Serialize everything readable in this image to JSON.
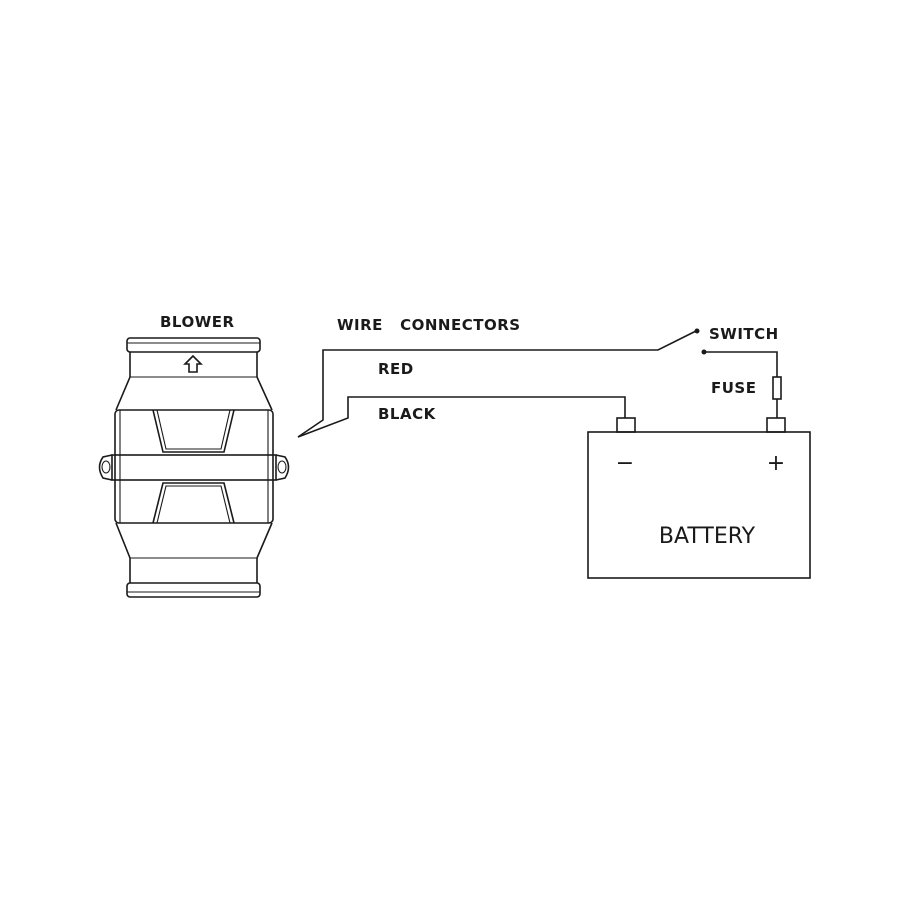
{
  "labels": {
    "blower": "BLOWER",
    "wire_connectors": "WIRE   CONNECTORS",
    "red": "RED",
    "black": "BLACK",
    "switch": "SWITCH",
    "fuse": "FUSE",
    "battery": "BATTERY",
    "negative": "−",
    "positive": "+"
  },
  "colors": {
    "line": "#1a1a1a",
    "background": "#ffffff"
  }
}
